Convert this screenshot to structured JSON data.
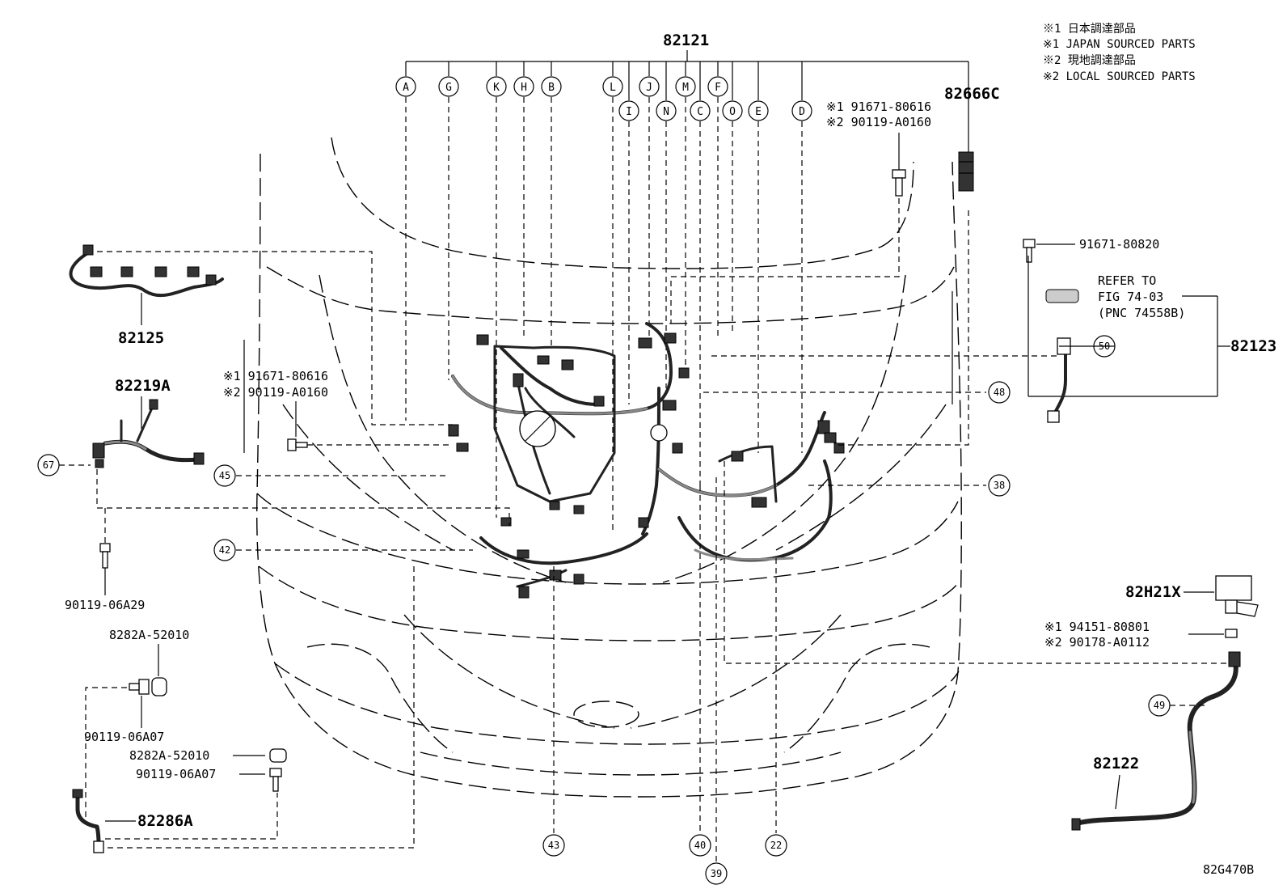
{
  "legend": [
    "※1 日本調達部品",
    "※1 JAPAN SOURCED PARTS",
    "※2 現地調達部品",
    "※2 LOCAL SOURCED PARTS"
  ],
  "main_harness": "82121",
  "connector_letters": [
    "A",
    "G",
    "K",
    "H",
    "B",
    "L",
    "I",
    "J",
    "N",
    "M",
    "C",
    "F",
    "O",
    "E",
    "D"
  ],
  "parts": {
    "p82666c": "82666C",
    "p82125": "82125",
    "p82219a": "82219A",
    "p82123": "82123",
    "p82h21x": "82H21X",
    "p82122": "82122",
    "p82286a": "82286A",
    "p91671_80820": "91671-80820",
    "p90119_06a29": "90119-06A29",
    "p8282a_52010_top": "8282A-52010",
    "p90119_06a07_top": "90119-06A07",
    "p8282a_52010_mid": "8282A-52010",
    "p90119_06a07_mid": "90119-06A07"
  },
  "alt_parts": {
    "top_right_1": "※1 91671-80616",
    "top_right_2": "※2 90119-A0160",
    "left_1": "※1 91671-80616",
    "left_2": "※2 90119-A0160",
    "right_1": "※1 94151-80801",
    "right_2": "※2 90178-A0112"
  },
  "refer": {
    "line1": "REFER TO",
    "line2": "FIG 74-03",
    "line3": "(PNC 74558B)"
  },
  "callouts": [
    "67",
    "45",
    "42",
    "43",
    "40",
    "39",
    "22",
    "38",
    "48",
    "50",
    "49"
  ],
  "figure_code": "82G470B"
}
